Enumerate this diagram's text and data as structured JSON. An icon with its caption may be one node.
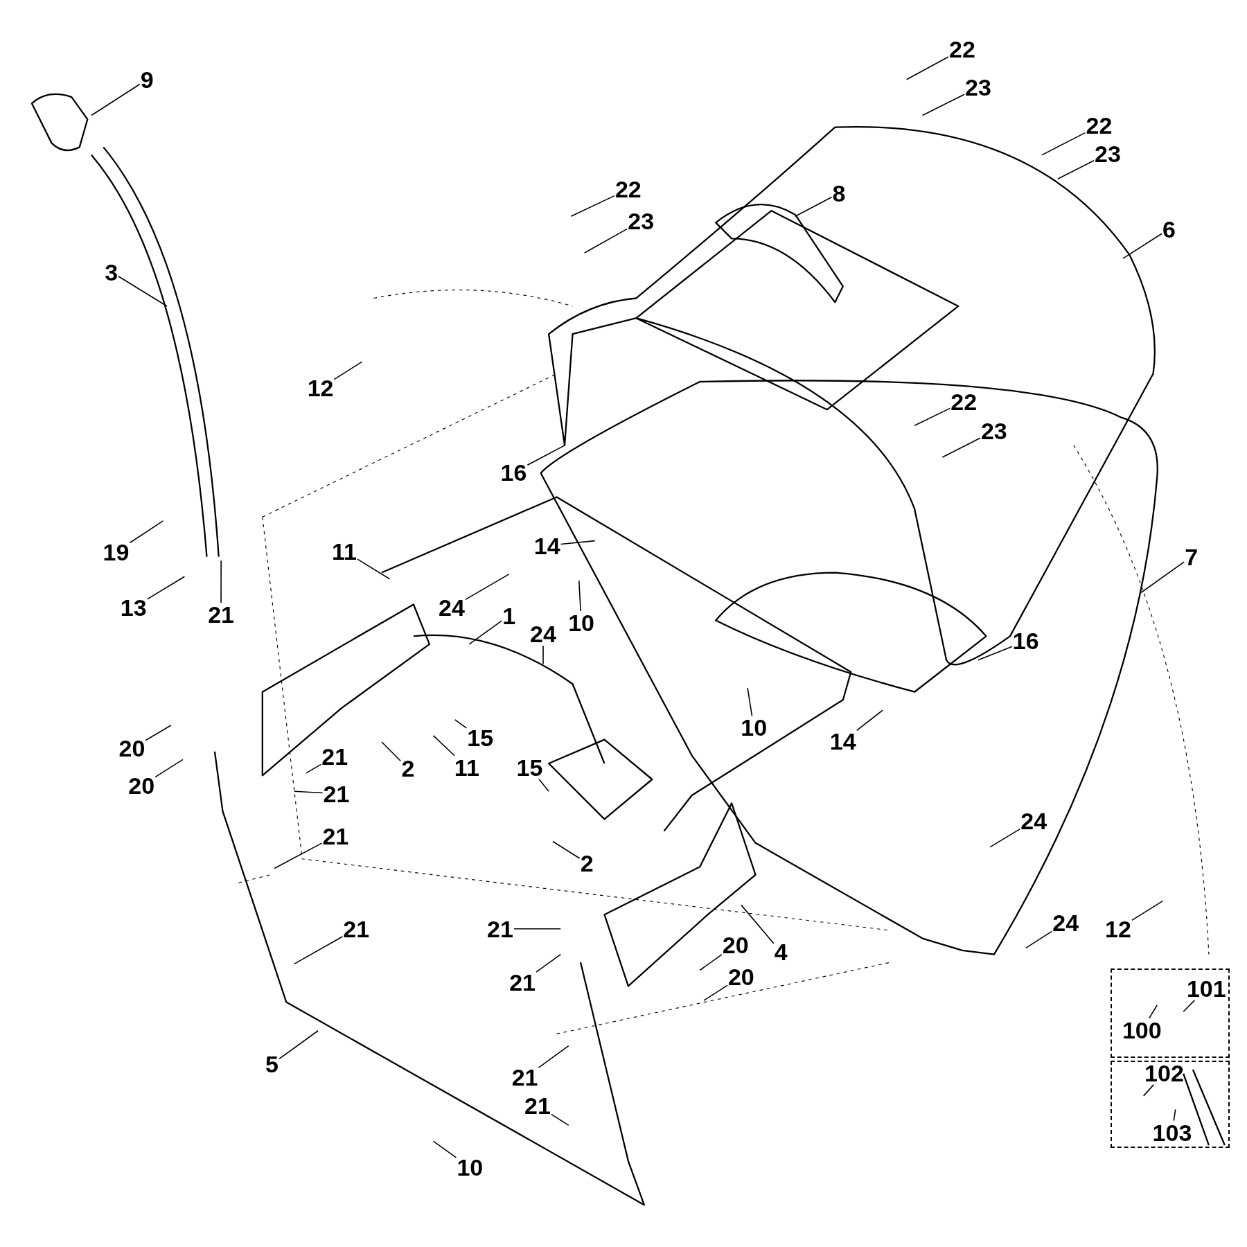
{
  "diagram": {
    "nodes": [
      {
        "text": [
          "9"
        ]
      },
      {
        "text": [
          "22"
        ]
      },
      {
        "text": [
          "23"
        ]
      },
      {
        "text": [
          "22"
        ]
      },
      {
        "text": [
          "23"
        ]
      },
      {
        "text": [
          "22"
        ]
      },
      {
        "text": [
          "8"
        ]
      },
      {
        "text": [
          "23"
        ]
      },
      {
        "text": [
          "6"
        ]
      },
      {
        "text": [
          "3"
        ]
      },
      {
        "text": [
          "12"
        ]
      },
      {
        "text": [
          "22"
        ]
      },
      {
        "text": [
          "23"
        ]
      },
      {
        "text": [
          "16"
        ]
      },
      {
        "text": [
          "14"
        ]
      },
      {
        "text": [
          "11"
        ]
      },
      {
        "text": [
          "19"
        ]
      },
      {
        "text": [
          "7"
        ]
      },
      {
        "text": [
          "1"
        ]
      },
      {
        "text": [
          "24"
        ]
      },
      {
        "text": [
          "13"
        ]
      },
      {
        "text": [
          "21"
        ]
      },
      {
        "text": [
          "10"
        ]
      },
      {
        "text": [
          "24"
        ]
      },
      {
        "text": [
          "16"
        ]
      },
      {
        "text": [
          "10"
        ]
      },
      {
        "text": [
          "15"
        ]
      },
      {
        "text": [
          "14"
        ]
      },
      {
        "text": [
          "20"
        ]
      },
      {
        "text": [
          "21"
        ]
      },
      {
        "text": [
          "11"
        ]
      },
      {
        "text": [
          "2"
        ]
      },
      {
        "text": [
          "15"
        ]
      },
      {
        "text": [
          "20"
        ]
      },
      {
        "text": [
          "21"
        ]
      },
      {
        "text": [
          "24"
        ]
      },
      {
        "text": [
          "21"
        ]
      },
      {
        "text": [
          "2"
        ]
      },
      {
        "text": [
          "24"
        ]
      },
      {
        "text": [
          "12"
        ]
      },
      {
        "text": [
          "21"
        ]
      },
      {
        "text": [
          "21"
        ]
      },
      {
        "text": [
          "20"
        ]
      },
      {
        "text": [
          "4"
        ]
      },
      {
        "text": [
          "20"
        ]
      },
      {
        "text": [
          "21"
        ]
      },
      {
        "text": [
          "5"
        ]
      },
      {
        "text": [
          "21"
        ]
      },
      {
        "text": [
          "21"
        ]
      },
      {
        "text": [
          "10"
        ]
      },
      {
        "text": [],
        "shape": "box"
      },
      {
        "text": [
          "101"
        ],
        "in": 50
      },
      {
        "text": [
          "100"
        ],
        "in": 50
      },
      {
        "text": [],
        "shape": "box"
      },
      {
        "text": [
          "102"
        ],
        "in": 53
      },
      {
        "text": [
          "103"
        ],
        "in": 53
      }
    ],
    "edges": [
      {
        "from": 0,
        "to": null,
        "arrow": "none"
      },
      {
        "from": 1,
        "to": null,
        "arrow": "none"
      },
      {
        "from": 2,
        "to": null,
        "arrow": "none"
      },
      {
        "from": 3,
        "to": null,
        "arrow": "none"
      },
      {
        "from": 4,
        "to": null,
        "arrow": "none"
      },
      {
        "from": 5,
        "to": null,
        "arrow": "none"
      },
      {
        "from": 6,
        "to": null,
        "arrow": "none"
      },
      {
        "from": 7,
        "to": null,
        "arrow": "none"
      },
      {
        "from": 8,
        "to": null,
        "arrow": "none"
      },
      {
        "from": 9,
        "to": null,
        "arrow": "none"
      },
      {
        "from": 10,
        "to": null,
        "arrow": "none"
      },
      {
        "from": 11,
        "to": null,
        "arrow": "none"
      },
      {
        "from": 12,
        "to": null,
        "arrow": "none"
      },
      {
        "from": 13,
        "to": null,
        "arrow": "none"
      },
      {
        "from": 14,
        "to": null,
        "arrow": "none"
      },
      {
        "from": 15,
        "to": null,
        "arrow": "none"
      },
      {
        "from": 16,
        "to": null,
        "arrow": "none"
      },
      {
        "from": 17,
        "to": null,
        "arrow": "none"
      },
      {
        "from": 18,
        "to": null,
        "arrow": "none"
      },
      {
        "from": 19,
        "to": null,
        "arrow": "none"
      },
      {
        "from": 20,
        "to": null,
        "arrow": "none"
      },
      {
        "from": 21,
        "to": null,
        "arrow": "none"
      },
      {
        "from": 22,
        "to": null,
        "arrow": "none"
      },
      {
        "from": 23,
        "to": null,
        "arrow": "none"
      },
      {
        "from": 24,
        "to": null,
        "arrow": "none"
      },
      {
        "from": 25,
        "to": null,
        "arrow": "none"
      },
      {
        "from": 26,
        "to": null,
        "arrow": "none"
      },
      {
        "from": 27,
        "to": null,
        "arrow": "none"
      },
      {
        "from": 28,
        "to": null,
        "arrow": "none"
      },
      {
        "from": 29,
        "to": null,
        "arrow": "none"
      },
      {
        "from": 30,
        "to": null,
        "arrow": "none"
      },
      {
        "from": 31,
        "to": null,
        "arrow": "none"
      },
      {
        "from": 32,
        "to": null,
        "arrow": "none"
      },
      {
        "from": 33,
        "to": null,
        "arrow": "none"
      },
      {
        "from": 34,
        "to": null,
        "arrow": "none"
      },
      {
        "from": 35,
        "to": null,
        "arrow": "none"
      },
      {
        "from": 36,
        "to": null,
        "arrow": "none"
      },
      {
        "from": 37,
        "to": null,
        "arrow": "none"
      },
      {
        "from": 38,
        "to": null,
        "arrow": "none"
      },
      {
        "from": 39,
        "to": null,
        "arrow": "none"
      },
      {
        "from": 40,
        "to": null,
        "arrow": "none"
      },
      {
        "from": 41,
        "to": null,
        "arrow": "none"
      },
      {
        "from": 42,
        "to": null,
        "arrow": "none"
      },
      {
        "from": 43,
        "to": null,
        "arrow": "none"
      },
      {
        "from": 44,
        "to": null,
        "arrow": "none"
      },
      {
        "from": 45,
        "to": null,
        "arrow": "none"
      },
      {
        "from": 46,
        "to": null,
        "arrow": "none"
      },
      {
        "from": 47,
        "to": null,
        "arrow": "none"
      },
      {
        "from": 48,
        "to": null,
        "arrow": "none"
      },
      {
        "from": 49,
        "to": null,
        "arrow": "none"
      },
      {
        "from": 51,
        "to": null,
        "arrow": "none"
      },
      {
        "from": 52,
        "to": null,
        "arrow": "none"
      },
      {
        "from": 54,
        "to": null,
        "arrow": "none"
      },
      {
        "from": 55,
        "to": null,
        "arrow": "none"
      }
    ]
  }
}
